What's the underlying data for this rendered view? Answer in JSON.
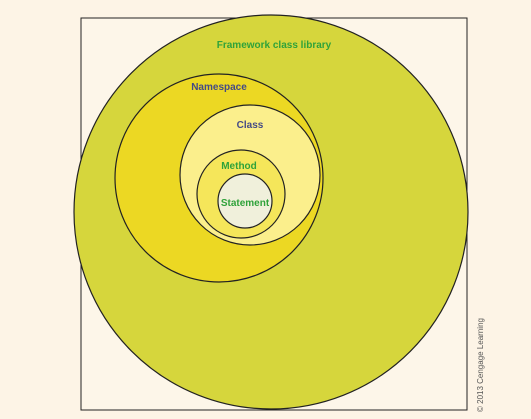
{
  "diagram": {
    "levels": [
      {
        "key": "framework",
        "label": "Framework class library",
        "fill": "#d6d63c",
        "label_color": "#2fa23a"
      },
      {
        "key": "namespace",
        "label": "Namespace",
        "fill": "#ecd823",
        "label_color": "#444a86"
      },
      {
        "key": "class",
        "label": "Class",
        "fill": "#fbef8c",
        "label_color": "#444a86"
      },
      {
        "key": "method",
        "label": "Method",
        "fill": "#f5e65a",
        "label_color": "#2fa23a"
      },
      {
        "key": "statement",
        "label": "Statement",
        "fill": "#f0f0db",
        "label_color": "#2fa23a"
      }
    ],
    "stroke_color": "#222222",
    "frame_fill": "#fdf6e9"
  },
  "copyright": "© 2013 Cengage Learning"
}
